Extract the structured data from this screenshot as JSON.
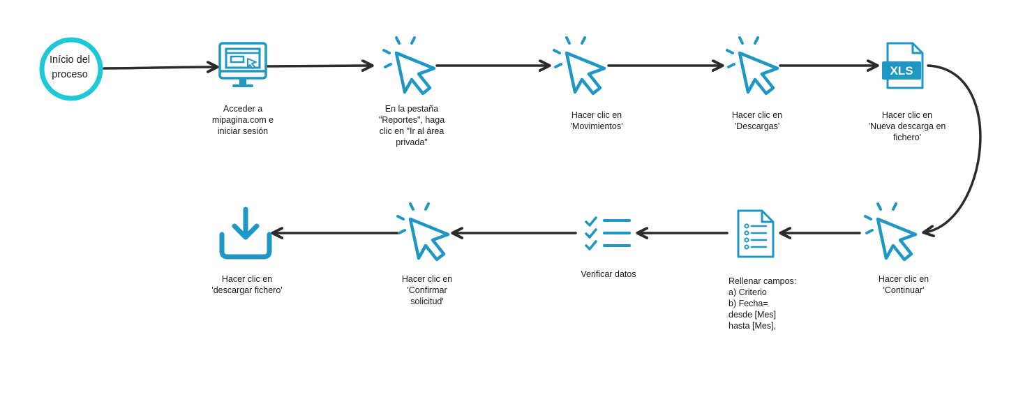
{
  "colors": {
    "icon_blue": "#1e97c5",
    "start_ring": "#1ec8d6",
    "arrow": "#2b2b2b",
    "text": "#1a1a1a"
  },
  "start": {
    "label": "Início del\nproceso"
  },
  "steps": [
    {
      "id": "step-1",
      "icon": "monitor-browser-icon",
      "label": "Acceder a\nmipagina.com e\niniciar sesión"
    },
    {
      "id": "step-2",
      "icon": "cursor-click-icon",
      "label": "En la pestaña\n\"Reportes\", haga\nclic en \"Ir al área\nprivada\""
    },
    {
      "id": "step-3",
      "icon": "cursor-click-icon",
      "label": "Hacer clic en\n'Movimientos'"
    },
    {
      "id": "step-4",
      "icon": "cursor-click-icon",
      "label": "Hacer clic en\n'Descargas'"
    },
    {
      "id": "step-5",
      "icon": "xls-file-icon",
      "icon_text": "XLS",
      "label": "Hacer clic en\n'Nueva descarga en\nfichero'"
    },
    {
      "id": "step-6",
      "icon": "cursor-click-icon",
      "label": "Hacer clic en\n'Continuar'"
    },
    {
      "id": "step-7",
      "icon": "form-document-icon",
      "label": "Rellenar campos:\na) Criterio\nb) Fecha=\ndesde [Mes]\nhasta [Mes],"
    },
    {
      "id": "step-8",
      "icon": "checklist-icon",
      "label": "Verificar datos"
    },
    {
      "id": "step-9",
      "icon": "cursor-click-icon",
      "label": "Hacer clic en\n'Confirmar\nsolicitud'"
    },
    {
      "id": "step-10",
      "icon": "download-icon",
      "label": "Hacer clic en\n'descargar fichero'"
    }
  ]
}
